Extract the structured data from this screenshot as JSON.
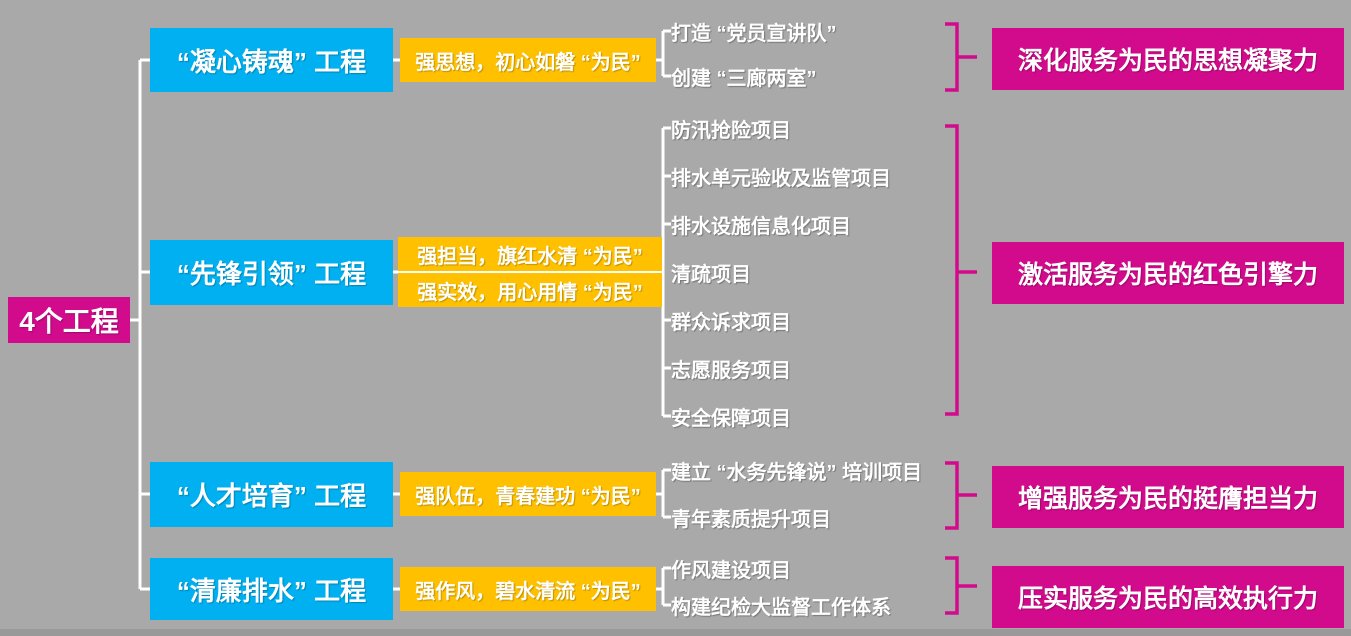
{
  "colors": {
    "background": "#a9a9a9",
    "bottom_strip": "#999999",
    "blue": "#00b0f0",
    "yellow": "#ffc000",
    "magenta": "#d20a8c",
    "connector_white": "#ffffff"
  },
  "root": {
    "label": "4个工程"
  },
  "branches": [
    {
      "project": "“凝心铸魂” 工程",
      "strategies": [
        "强思想，初心如磐 “为民”"
      ],
      "items": [
        "打造 “党员宣讲队”",
        "创建 “三廊两室”"
      ],
      "outcome": "深化服务为民的思想凝聚力"
    },
    {
      "project": "“先锋引领” 工程",
      "strategies": [
        "强担当，旗红水清 “为民”",
        "强实效，用心用情 “为民”"
      ],
      "items": [
        "防汛抢险项目",
        "排水单元验收及监管项目",
        "排水设施信息化项目",
        "清疏项目",
        "群众诉求项目",
        "志愿服务项目",
        "安全保障项目"
      ],
      "outcome": "激活服务为民的红色引擎力"
    },
    {
      "project": "“人才培育” 工程",
      "strategies": [
        "强队伍，青春建功 “为民”"
      ],
      "items": [
        "建立 “水务先锋说” 培训项目",
        "青年素质提升项目"
      ],
      "outcome": "增强服务为民的挺膺担当力"
    },
    {
      "project": "“清廉排水” 工程",
      "strategies": [
        "强作风，碧水清流 “为民”"
      ],
      "items": [
        "作风建设项目",
        "构建纪检大监督工作体系"
      ],
      "outcome": "压实服务为民的高效执行力"
    }
  ]
}
